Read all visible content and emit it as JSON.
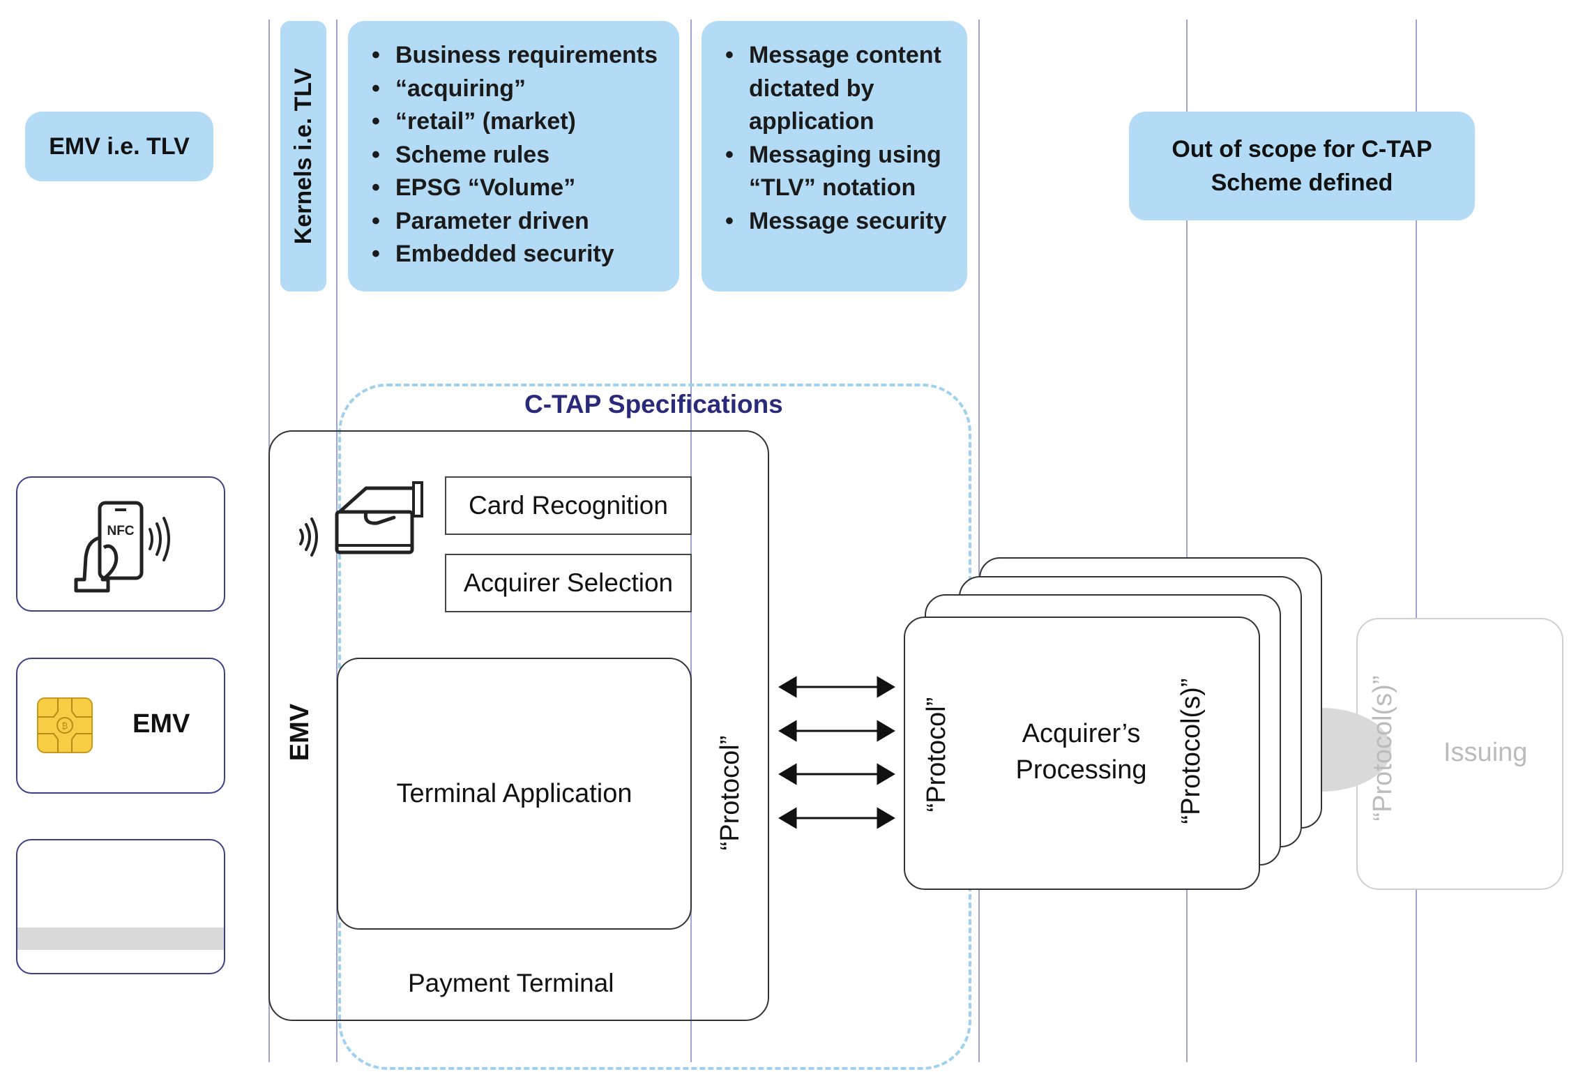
{
  "top": {
    "emv_tlv_label": "EMV i.e. TLV",
    "kernels_label": "Kernels i.e. TLV",
    "business_items": [
      "Business requirements",
      "“acquiring”",
      "“retail” (market)",
      "Scheme rules",
      "EPSG “Volume”",
      "Parameter driven",
      "Embedded security"
    ],
    "message_items": [
      [
        "Message content",
        "dictated by",
        "application"
      ],
      [
        "Messaging using",
        "“TLV” notation"
      ],
      [
        "Message security"
      ]
    ],
    "out_of_scope_line1": "Out of scope for C-TAP",
    "out_of_scope_line2": "Scheme defined"
  },
  "cards": {
    "nfc_label": "NFC",
    "emv_label": "EMV"
  },
  "terminal": {
    "ctap_title": "C-TAP Specifications",
    "emv_vertical": "EMV",
    "card_recognition": "Card Recognition",
    "acquirer_selection": "Acquirer Selection",
    "terminal_application": "Terminal Application",
    "payment_terminal": "Payment Terminal",
    "protocol": "“Protocol”"
  },
  "acquirer": {
    "protocol_left": "“Protocol”",
    "processing_line1": "Acquirer’s",
    "processing_line2": "Processing",
    "protocols": "“Protocol(s)”"
  },
  "issuing": {
    "protocols": "“Protocol(s)”",
    "label": "Issuing"
  },
  "colors": {
    "blue_fill": "#b3dbf5",
    "divider_line": "#9ea3cf",
    "ctap_title": "#2a2a7a",
    "dashed_border": "#9fd0ee",
    "chip_gold": "#f7cd45",
    "issuing_gray": "#bbbbbb"
  }
}
